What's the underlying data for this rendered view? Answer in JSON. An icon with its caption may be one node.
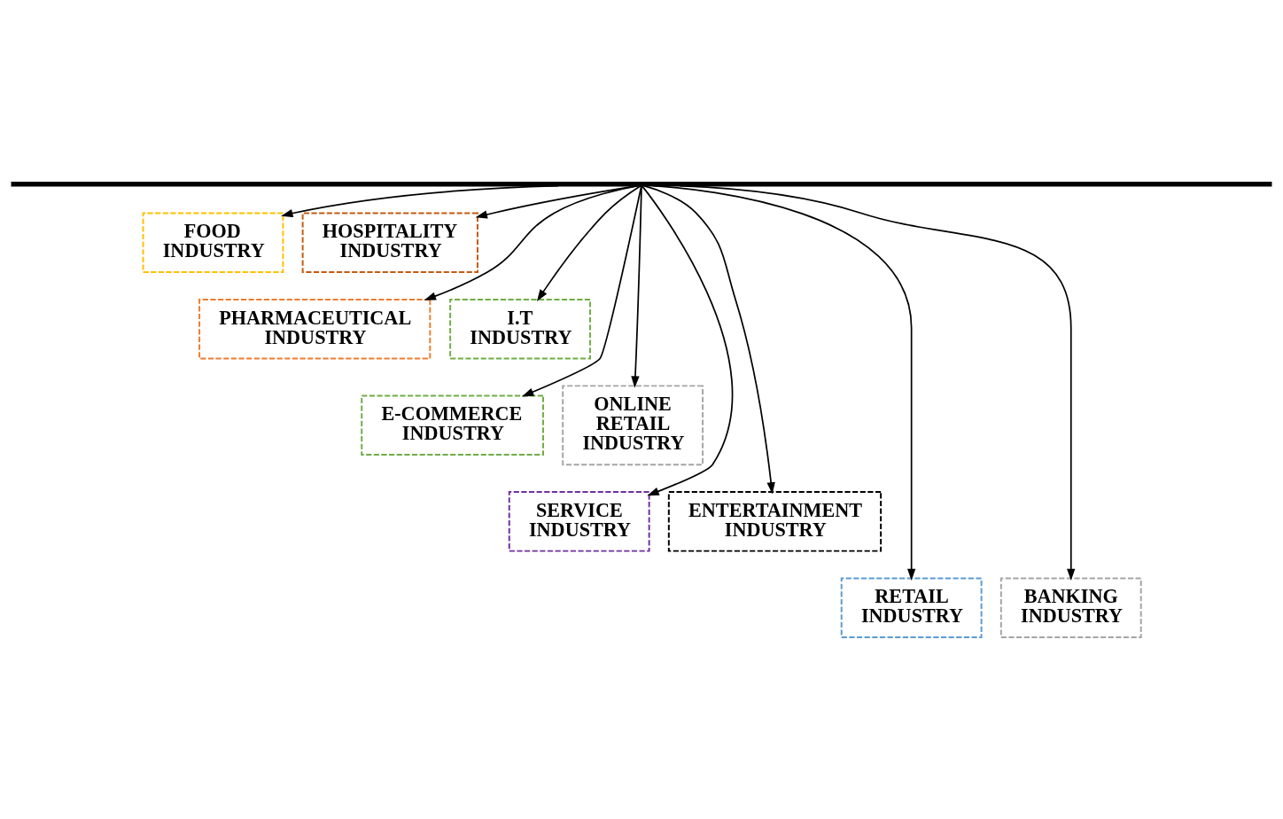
{
  "diagram": {
    "nodes": [
      {
        "text": [],
        "shape": "bar"
      },
      {
        "text": [
          "FOOD INDUSTRY"
        ]
      },
      {
        "text": [
          "HOSPITALITY INDUSTRY"
        ]
      },
      {
        "text": [
          "PHARMACEUTICAL INDUSTRY"
        ]
      },
      {
        "text": [
          "I.T INDUSTRY"
        ]
      },
      {
        "text": [
          "E-COMMERCE INDUSTRY"
        ]
      },
      {
        "text": [
          "ONLINE RETAIL INDUSTRY"
        ]
      },
      {
        "text": [
          "SERVICE INDUSTRY"
        ]
      },
      {
        "text": [
          "ENTERTAINMENT INDUSTRY"
        ]
      },
      {
        "text": [
          "RETAIL INDUSTRY"
        ]
      },
      {
        "text": [
          "BANKING INDUSTRY"
        ]
      }
    ],
    "edges": [
      {
        "from": 0,
        "to": 1,
        "arrow": "to"
      },
      {
        "from": 0,
        "to": 6,
        "arrow": "to"
      },
      {
        "from": 0,
        "to": 9,
        "arrow": "to"
      },
      {
        "from": 0,
        "to": 4,
        "arrow": "to"
      },
      {
        "from": 0,
        "to": 7,
        "arrow": "to"
      },
      {
        "from": 0,
        "to": 10,
        "arrow": "to"
      },
      {
        "from": 0,
        "to": 3,
        "arrow": "to"
      },
      {
        "from": 0,
        "to": 5,
        "arrow": "to"
      },
      {
        "from": 0,
        "to": 2,
        "arrow": "to"
      },
      {
        "from": 0,
        "to": 8,
        "arrow": "to"
      }
    ]
  }
}
